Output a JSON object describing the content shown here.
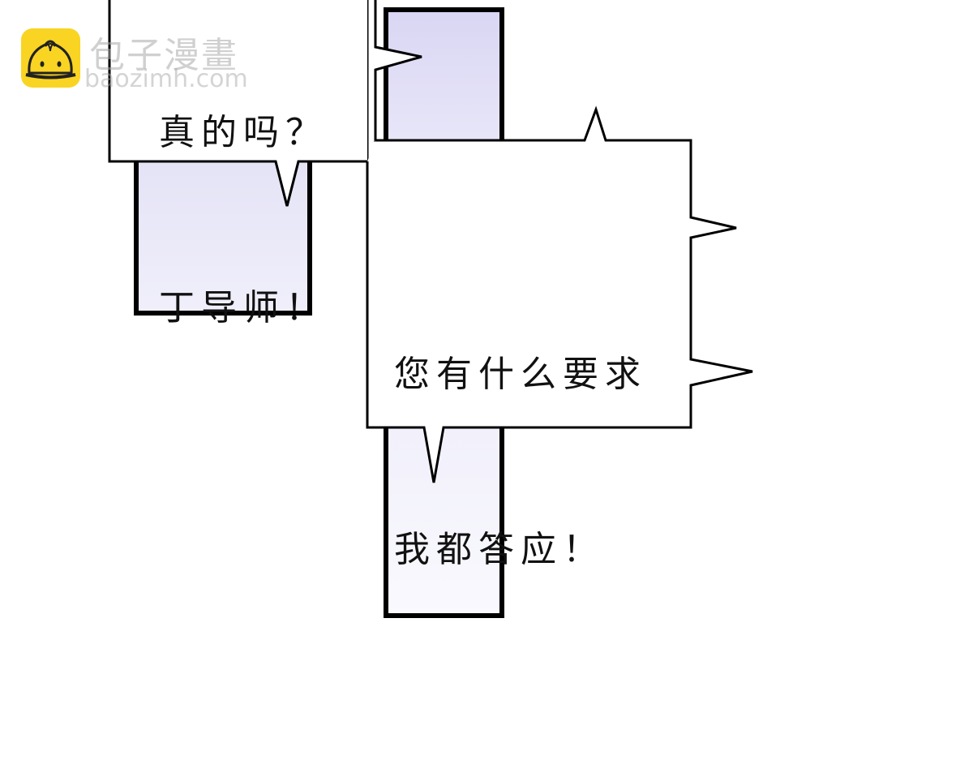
{
  "watermark": {
    "site_name": "包子漫畫",
    "url": "baozimh.com",
    "logo_color": "#f9d423",
    "logo_icon": "steamed-bun-icon"
  },
  "bubbles": [
    {
      "id": "top-left",
      "lines": [
        "真的吗？",
        "丁导师！"
      ]
    },
    {
      "id": "center",
      "lines": [
        "您有什么要求",
        "我都答应！"
      ]
    }
  ],
  "colors": {
    "panel_fill_top": "#dcdaf5",
    "panel_fill_bottom": "#f8f8fd",
    "outline": "#000000",
    "background": "#ffffff"
  }
}
